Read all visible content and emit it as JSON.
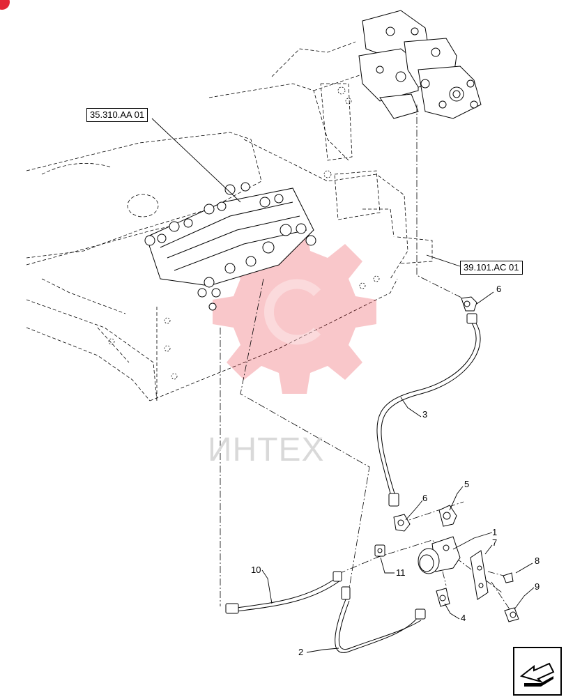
{
  "diagram": {
    "references": [
      {
        "id": "ref-35310",
        "label": "35.310.AA 01"
      },
      {
        "id": "ref-39101",
        "label": "39.101.AC 01"
      }
    ],
    "callouts": [
      {
        "num": "1"
      },
      {
        "num": "2"
      },
      {
        "num": "3"
      },
      {
        "num": "4"
      },
      {
        "num": "5"
      },
      {
        "num": "6"
      },
      {
        "num": "6"
      },
      {
        "num": "7"
      },
      {
        "num": "8"
      },
      {
        "num": "9"
      },
      {
        "num": "10"
      },
      {
        "num": "11"
      }
    ],
    "watermark": "ИНТЕХ"
  },
  "icons": {
    "brand_badge": "brand-badge-icon",
    "watermark_gear": "gear-watermark-icon",
    "next_page": "page-arrow-icon"
  },
  "colors": {
    "line": "#000000",
    "watermark_gear": "#e8202a",
    "watermark_text": "#d9d9d9",
    "badge": "#e32636"
  }
}
